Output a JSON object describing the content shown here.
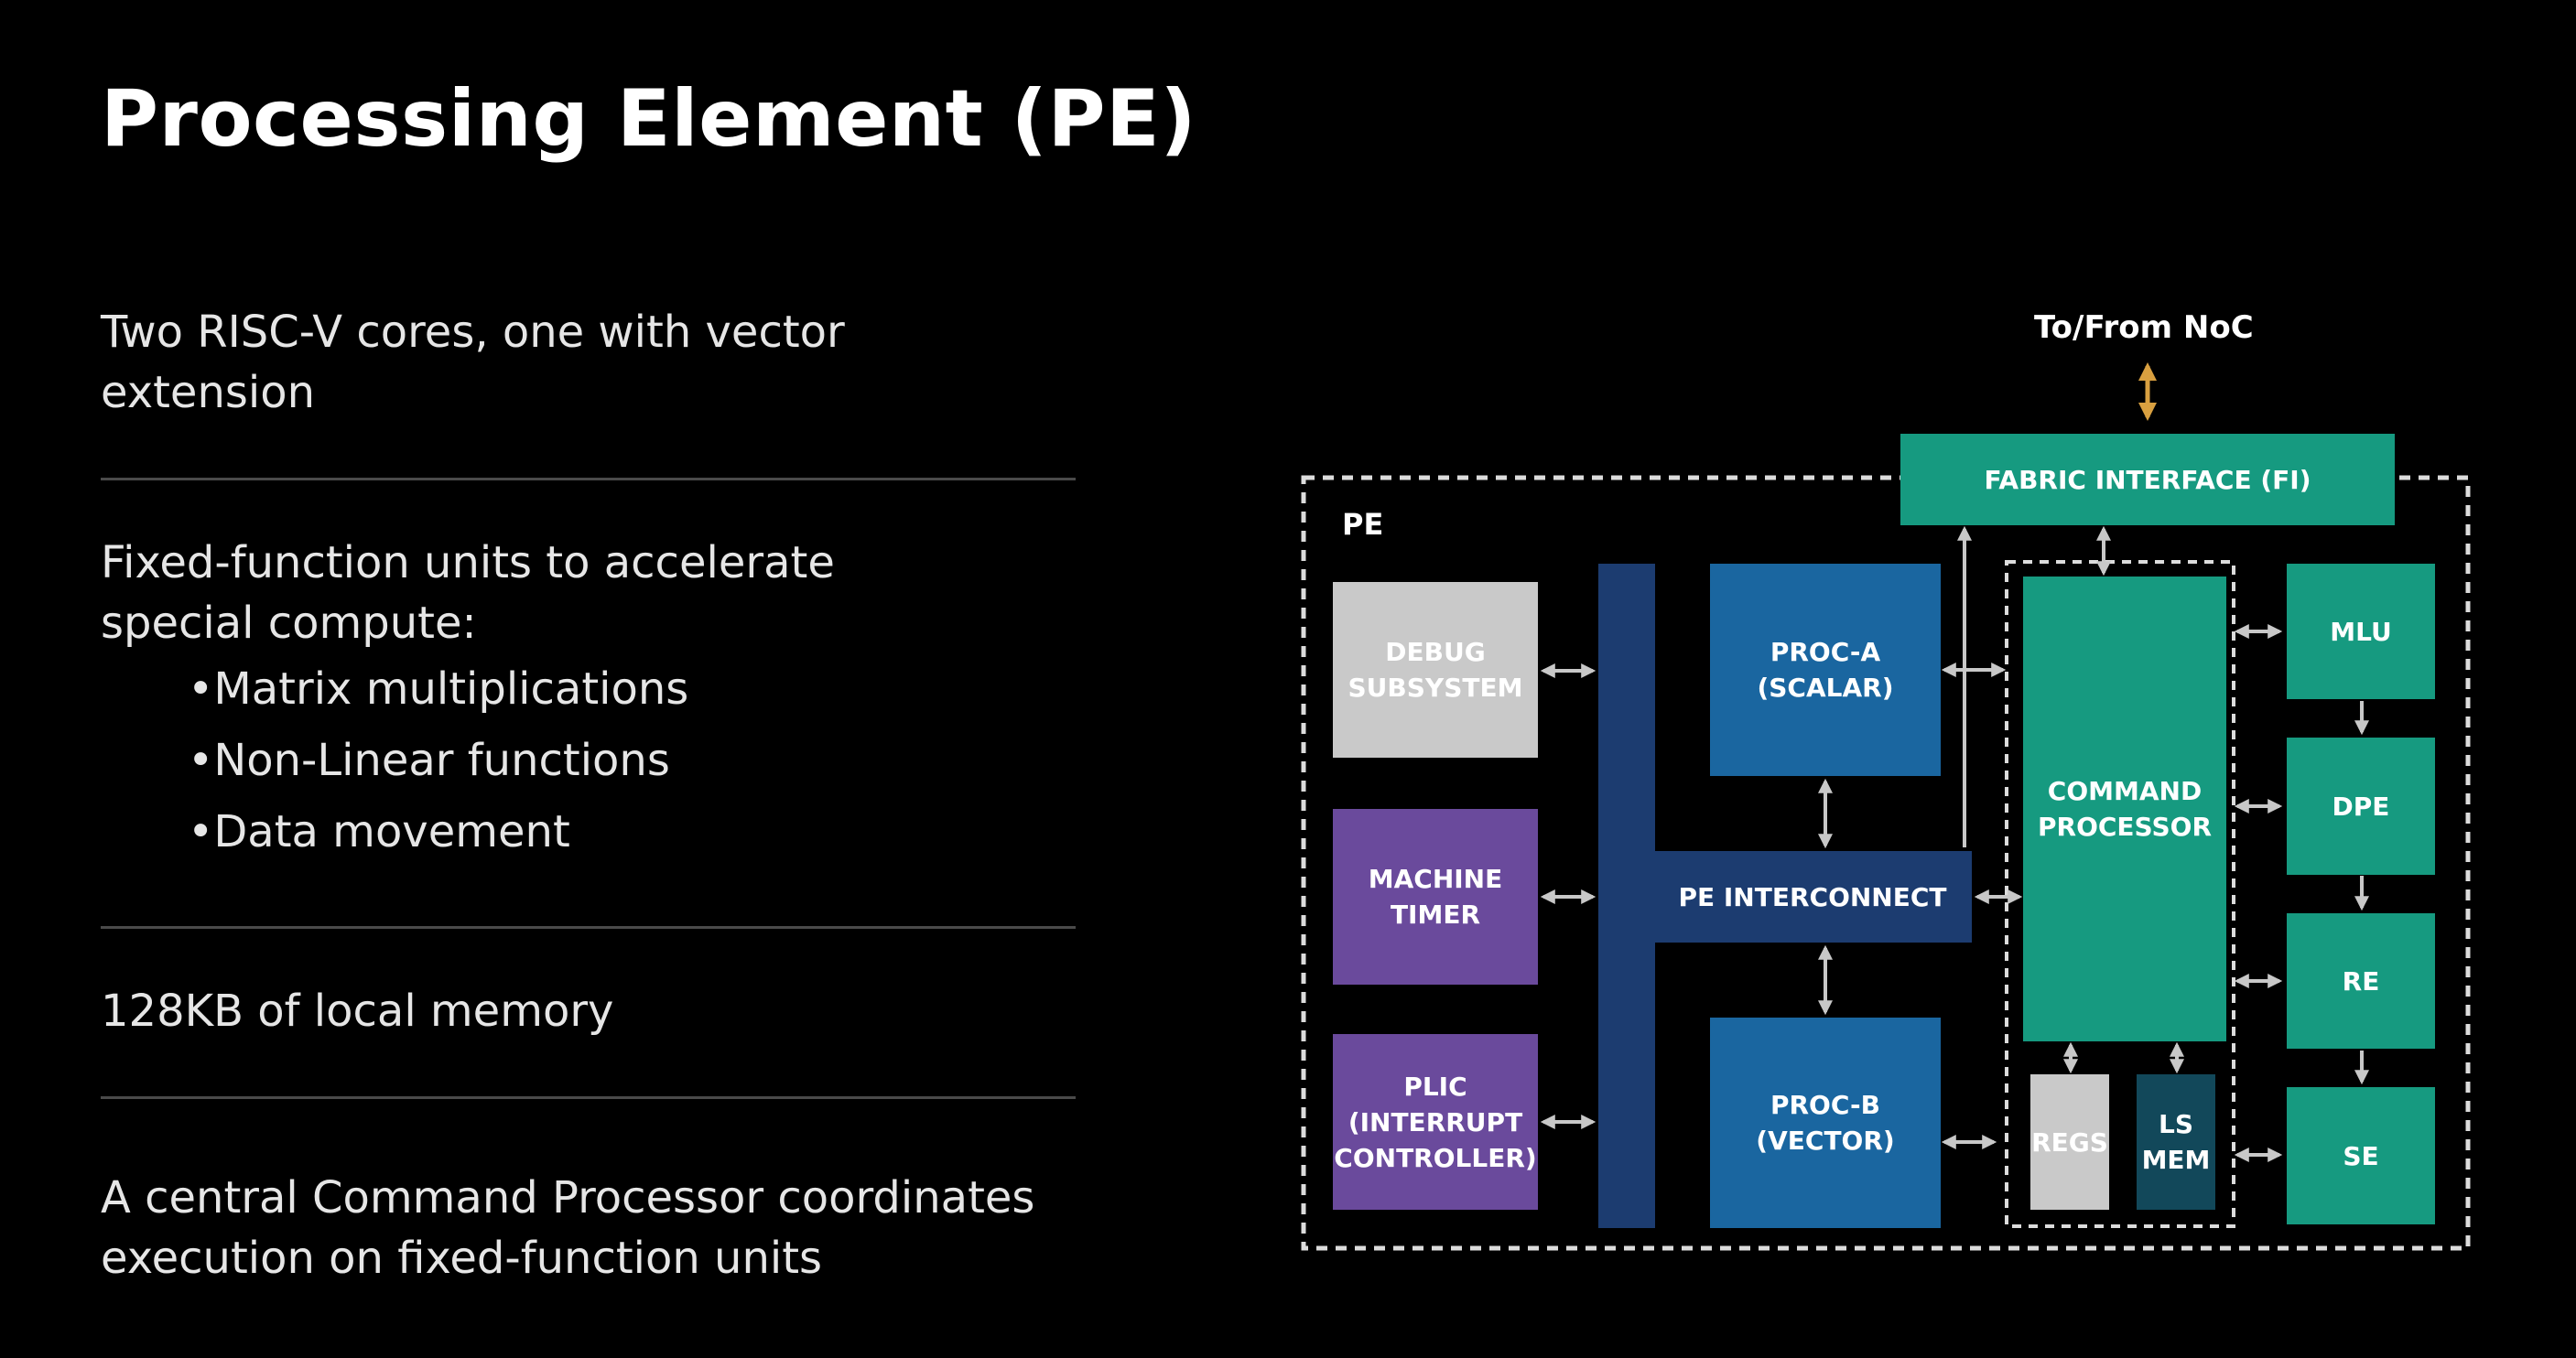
{
  "title": "Processing Element (PE)",
  "left_panel": {
    "p1": [
      "Two RISC-V cores, one with vector",
      "extension"
    ],
    "p2": [
      "Fixed-function units to accelerate",
      "special compute:"
    ],
    "p2_items": [
      "•Matrix multiplications",
      "•Non-Linear functions",
      "•Data movement"
    ],
    "p3": "128KB of local memory",
    "p4": [
      "A central Command Processor coordinates",
      "execution on fixed-function units"
    ]
  },
  "diagram": {
    "noc_label": "To/From NoC",
    "pe_label": "PE",
    "fabric_interface": "FABRIC INTERFACE (FI)",
    "debug": "DEBUG\nSUBSYSTEM",
    "machine_timer": "MACHINE\nTIMER",
    "plic": "PLIC\n(INTERRUPT\nCONTROLLER)",
    "proc_a": "PROC-A\n(SCALAR)",
    "proc_b": "PROC-B\n(VECTOR)",
    "pe_interconnect": "PE INTERCONNECT",
    "command_processor": "COMMAND\nPROCESSOR",
    "regs": "REGS",
    "ls_mem": "LS\nMEM",
    "mlu": "MLU",
    "dpe": "DPE",
    "re": "RE",
    "se": "SE",
    "colors": {
      "background": "#000000",
      "teal": "#169a80",
      "blue": "#1a66a0",
      "navy": "#1c3c70",
      "purple": "#6a4a9c",
      "gray": "#c9c9c9",
      "dark_teal": "#12485a",
      "arrow_gray": "#c8c8c8",
      "arrow_orange": "#d9a040"
    }
  }
}
